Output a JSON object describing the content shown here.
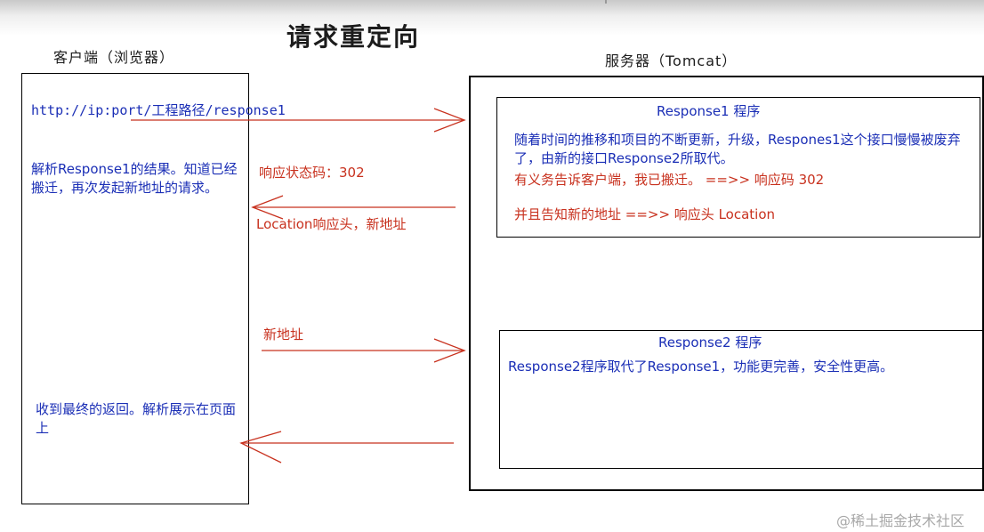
{
  "title": "请求重定向",
  "client": {
    "label": "客户端（浏览器）",
    "request_url": "http://ip:port/工程路径/response1",
    "parse_note": "解析Response1的结果。知道已经搬迁，再次发起新地址的请求。",
    "final_note": "收到最终的返回。解析展示在页面上"
  },
  "server": {
    "label": "服务器（Tomcat）",
    "response1": {
      "title": "Response1 程序",
      "description": "随着时间的推移和项目的不断更新，升级，Respones1这个接口慢慢被废弃了，由新的接口Response2所取代。",
      "note_status": "有义务告诉客户端，我已搬迁。 ==>> 响应码 302",
      "note_location": "并且告知新的地址   ==>> 响应头 Location"
    },
    "response2": {
      "title": "Response2 程序",
      "description": "Response2程序取代了Response1，功能更完善，安全性更高。"
    }
  },
  "messages": {
    "status_code": "响应状态码：302",
    "location_header": "Location响应头，新地址",
    "new_address": "新地址"
  },
  "watermark": "@稀土掘金技术社区",
  "colors": {
    "arrow": "#c8311e",
    "client_text": "#1b2fb6",
    "annotation": "#c8311e"
  }
}
